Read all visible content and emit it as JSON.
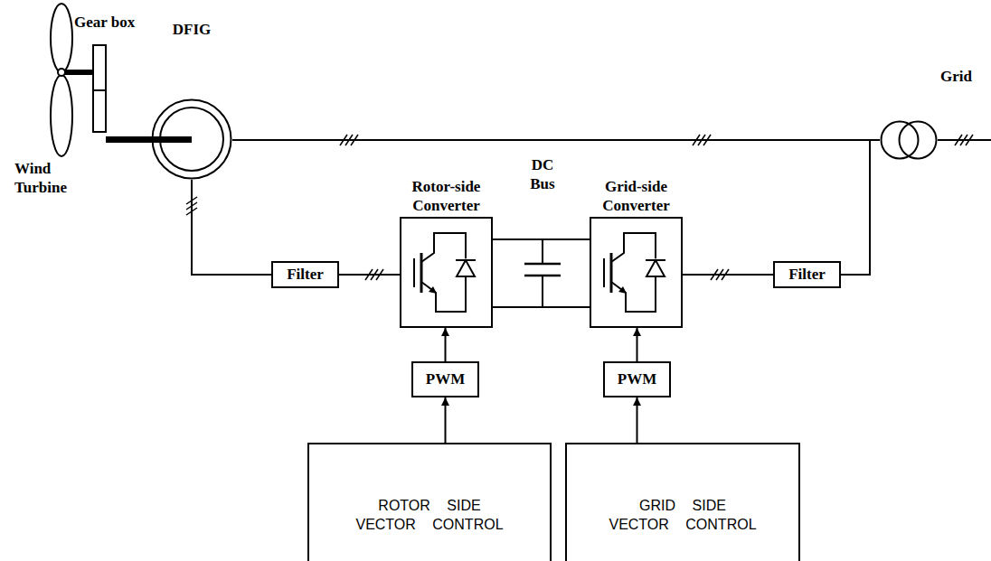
{
  "diagram": {
    "nodes": [
      {
        "text": [
          "DFIG"
        ]
      },
      {
        "text": [
          "Grid"
        ]
      },
      {
        "text": [
          "Filter"
        ]
      },
      {
        "text": [
          "Rotor-side Converter"
        ]
      },
      {
        "text": [
          "Grid-side Converter"
        ]
      },
      {
        "text": [
          "Filter"
        ]
      },
      {
        "text": [
          "PWM"
        ]
      },
      {
        "text": [
          "PWM"
        ]
      },
      {
        "text": [
          "ROTOR SIDE VECTOR CONTROL"
        ]
      },
      {
        "text": [
          "GRID SIDE VECTOR CONTROL"
        ]
      }
    ],
    "edges": [
      {
        "from": 0,
        "to": 1,
        "arrow": "none"
      },
      {
        "from": 0,
        "to": 2,
        "arrow": "none"
      },
      {
        "from": 2,
        "to": 3,
        "arrow": "none"
      },
      {
        "from": 3,
        "to": 4,
        "arrow": "none"
      },
      {
        "from": 3,
        "to": 4,
        "arrow": "none"
      },
      {
        "from": 4,
        "to": 5,
        "arrow": "none"
      },
      {
        "from": 5,
        "to": 1,
        "arrow": "none"
      },
      {
        "from": 6,
        "to": 3,
        "arrow": "to"
      },
      {
        "from": 8,
        "to": 6,
        "arrow": "to"
      },
      {
        "from": 7,
        "to": 4,
        "arrow": "to"
      },
      {
        "from": 9,
        "to": 7,
        "arrow": "to"
      }
    ],
    "labels": [
      "Gear box",
      "Wind Turbine",
      "DC Bus"
    ]
  }
}
